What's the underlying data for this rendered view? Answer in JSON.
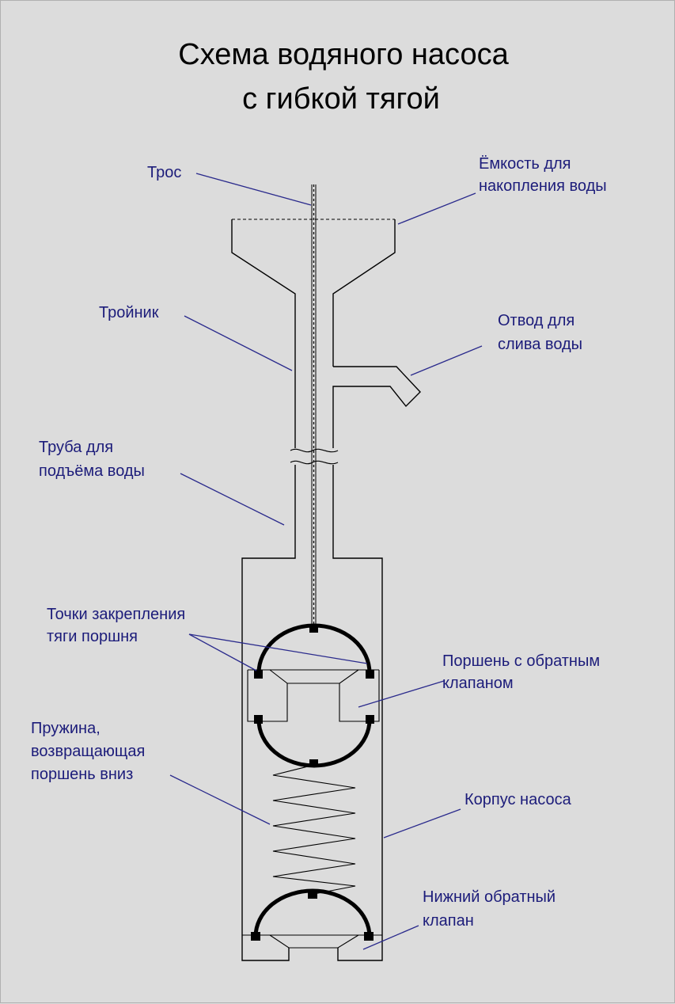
{
  "title": {
    "line1": "Схема водяного насоса",
    "line2": "с гибкой тягой"
  },
  "labels": {
    "cable": "Трос",
    "tank_line1": "Ёмкость для",
    "tank_line2": "накопления воды",
    "tee": "Тройник",
    "drain_line1": "Отвод для",
    "drain_line2": "слива воды",
    "riser_line1": "Труба для",
    "riser_line2": "подъёма воды",
    "attach_line1": "Точки закрепления",
    "attach_line2": "тяги поршня",
    "piston_line1": "Поршень с обратным",
    "piston_line2": "клапаном",
    "spring_line1": "Пружина,",
    "spring_line2": "возвращающая",
    "spring_line3": "поршень вниз",
    "housing": "Корпус насоса",
    "valve_line1": "Нижний обратный",
    "valve_line2": "клапан"
  }
}
